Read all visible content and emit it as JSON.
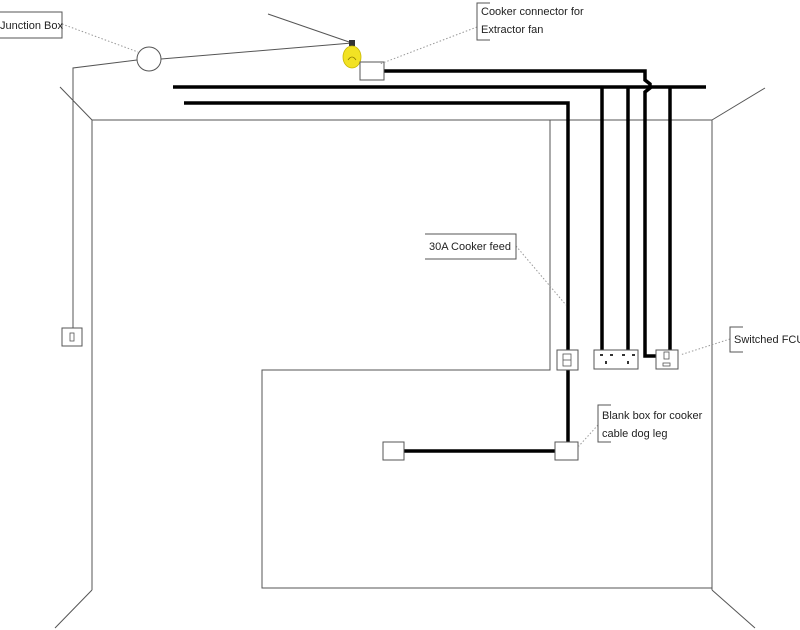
{
  "labels": {
    "junction_box": "Junction Box",
    "cooker_connector_line1": "Cooker connector for",
    "cooker_connector_line2": "Extractor fan",
    "cooker_feed": "30A Cooker feed",
    "switched_fcu": "Switched FCU",
    "blank_box_line1": "Blank box for cooker",
    "blank_box_line2": "cable dog leg"
  },
  "colors": {
    "bulb": "#f2e224",
    "wire": "#000000",
    "outline": "#555555"
  }
}
